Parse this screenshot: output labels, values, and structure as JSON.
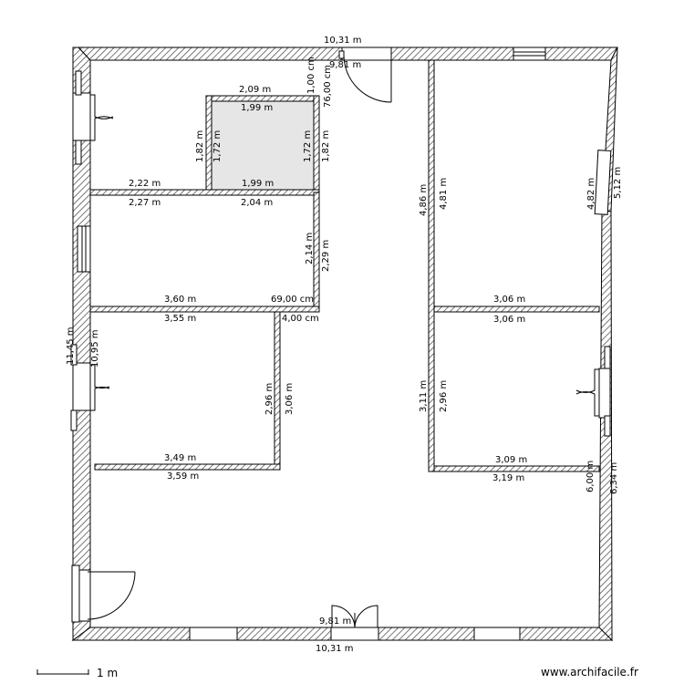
{
  "floorplan": {
    "dimensions": [
      {
        "id": "outer-top",
        "text": "10,31 m"
      },
      {
        "id": "inner-top",
        "text": "9,81 m"
      },
      {
        "id": "top-1",
        "text": "1,00 cm"
      },
      {
        "id": "top-2",
        "text": "76,00 cm"
      },
      {
        "id": "room-top-outer",
        "text": "2,09 m"
      },
      {
        "id": "room-top-inner",
        "text": "1,99 m"
      },
      {
        "id": "room-left-outer",
        "text": "1,82 m"
      },
      {
        "id": "room-left-inner",
        "text": "1,72 m"
      },
      {
        "id": "room-right-inner",
        "text": "1,72 m"
      },
      {
        "id": "room-right-outer",
        "text": "1,82 m"
      },
      {
        "id": "room-bottom-inner",
        "text": "1,99 m"
      },
      {
        "id": "mid-wall-top",
        "text": "2,22 m"
      },
      {
        "id": "mid-wall-bot-left",
        "text": "2,27 m"
      },
      {
        "id": "mid-wall-bot-right",
        "text": "2,04 m"
      },
      {
        "id": "corridor-inner",
        "text": "2,14 m"
      },
      {
        "id": "corridor-outer",
        "text": "2,29 m"
      },
      {
        "id": "left-room-top",
        "text": "3,60 m"
      },
      {
        "id": "left-room-gap",
        "text": "69,00 cm"
      },
      {
        "id": "left-room-under",
        "text": "3,55 m"
      },
      {
        "id": "left-room-gap2",
        "text": "4,00 cm"
      },
      {
        "id": "left-outer",
        "text": "11,45 m"
      },
      {
        "id": "left-inner",
        "text": "10,95 m"
      },
      {
        "id": "lower-left-inner",
        "text": "2,96 m"
      },
      {
        "id": "lower-left-outer",
        "text": "3,06 m"
      },
      {
        "id": "lower-left-bot-top",
        "text": "3,49 m"
      },
      {
        "id": "lower-left-bot-bot",
        "text": "3,59 m"
      },
      {
        "id": "right-col-outer",
        "text": "4,86 m"
      },
      {
        "id": "right-col-inner",
        "text": "4,81 m"
      },
      {
        "id": "right-wall-inner",
        "text": "4,82 m"
      },
      {
        "id": "right-wall-outer",
        "text": "5,12 m"
      },
      {
        "id": "right-mid-top",
        "text": "3,06 m"
      },
      {
        "id": "right-mid-bot",
        "text": "3,06 m"
      },
      {
        "id": "right-lower-outer",
        "text": "3,11 m"
      },
      {
        "id": "right-lower-inner",
        "text": "2,96 m"
      },
      {
        "id": "right-bot-top",
        "text": "3,09 m"
      },
      {
        "id": "right-bot-bot",
        "text": "3,19 m"
      },
      {
        "id": "right-stub",
        "text": "6,00 m"
      },
      {
        "id": "right-lower-wall",
        "text": "6,34 m"
      },
      {
        "id": "bottom-inner",
        "text": "9,81 m"
      },
      {
        "id": "bottom-outer",
        "text": "10,31 m"
      }
    ],
    "scale_label": "1 m",
    "watermark": "www.archifacile.fr",
    "colors": {
      "wall": "#000000",
      "hatch": "#555555",
      "room_fill": "#e6e6e6"
    }
  }
}
